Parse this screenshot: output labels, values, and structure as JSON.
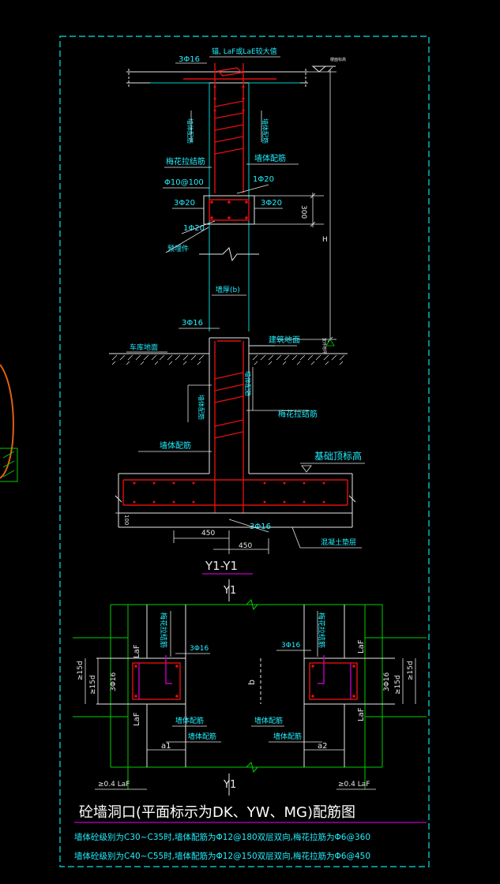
{
  "colors": {
    "background": "#000000",
    "frame": "#00e5e5",
    "wall_line": "#00d2d2",
    "green": "#00d000",
    "rebar": "#e01010",
    "white": "#e8e8e8",
    "yellow": "#e0e000",
    "magenta": "#c000c0",
    "orange": "#e06010",
    "text_cyan": "#20f0ff",
    "text_white": "#ffffff"
  },
  "section": {
    "top_anchor": "锚, LaF或LaE较大值",
    "top_bar": "3Φ16",
    "floor_label": "楼面标高",
    "wall_rebar_left": "墙体配筋",
    "wall_rebar_right": "墙体配筋",
    "tie_left": "梅花拉结筋",
    "tie_right": "墙体配筋",
    "stirrup": "Φ10@100",
    "lintel_side_left": "3Φ20",
    "lintel_side_right": "3Φ20",
    "lintel_top": "1Φ20",
    "lintel_bottom": "1Φ20",
    "dim_300": "300",
    "dim_h": "H",
    "embed": "预埋件",
    "wall_thick": "墙厚(b)",
    "bottom_bar": "3Φ16",
    "garage_floor": "车库地面",
    "building_ground": "建筑地面",
    "grade_label": "室外地坪",
    "wall_rebar_lower_left": "墙体配筋",
    "wall_rebar_lower_right": "墙体配筋",
    "tie_lower": "梅花拉结筋",
    "wall_rebar_base": "墙体配筋",
    "foundation_top": "基础顶标高",
    "base_pad": "100",
    "base_bar": "3Φ16",
    "dim_450_a": "450",
    "dim_450_b": "450",
    "concrete_cushion": "混凝土垫层",
    "title": "Y1-Y1"
  },
  "plan": {
    "cut_top": "Y1",
    "cut_bottom": "Y1",
    "left_tie": "梅花拉结筋",
    "right_tie": "梅花拉结筋",
    "left_bar": "3Φ16",
    "right_bar": "3Φ16",
    "left_laf_top": "LaF",
    "left_laf_bottom": "LaF",
    "right_laf_top": "LaF",
    "right_laf_bottom": "LaF",
    "left_15d_a": "≥15d",
    "left_15d_b": "≥15d",
    "left_side_bar": "3Φ16",
    "right_side_bar": "3Φ16",
    "right_15d_a": "≥15d",
    "right_15d_b": "≥15d",
    "dim_b": "b",
    "wall_rebar_1": "墙体配筋",
    "wall_rebar_2": "墙体配筋",
    "wall_rebar_3": "墙体配筋",
    "wall_rebar_4": "墙体配筋",
    "dim_a1": "a1",
    "dim_a2": "a2",
    "left_04laf": "≥0.4 LaF",
    "right_04laf": "≥0.4 LaF"
  },
  "footer": {
    "title": "砼墙洞口(平面标示为DK、YW、MG)配筋图",
    "note_1": "墙体砼级别为C30~C35时,墙体配筋为Φ12@180双层双向,梅花拉筋为Φ6@360",
    "note_2": "墙体砼级别为C40~C55时,墙体配筋为Φ12@150双层双向,梅花拉筋为Φ6@450"
  }
}
